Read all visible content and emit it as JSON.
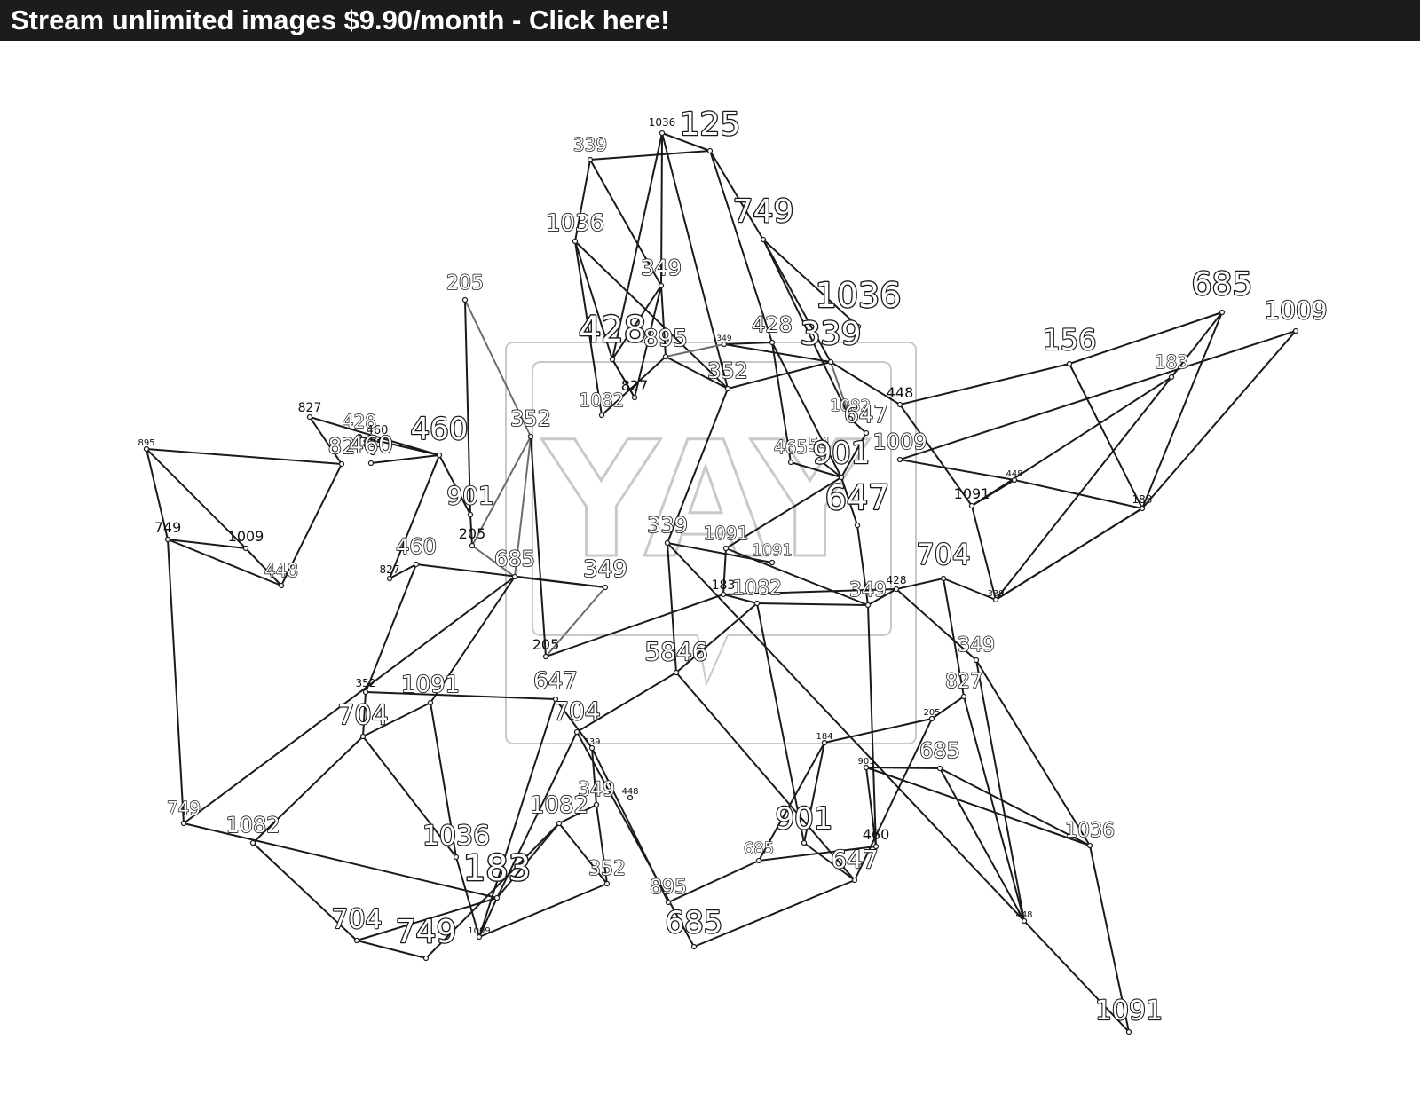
{
  "banner": {
    "text": "Stream unlimited images $9.90/month - Click here!"
  },
  "watermark": {
    "brand": "YAY"
  },
  "graph": {
    "nodes": [
      {
        "label": "1036"
      },
      {
        "label": "125"
      },
      {
        "label": "339"
      },
      {
        "label": "749"
      },
      {
        "label": "1036"
      },
      {
        "label": "349"
      },
      {
        "label": "1036"
      },
      {
        "label": "685"
      },
      {
        "label": "1009"
      },
      {
        "label": "428"
      },
      {
        "label": "895"
      },
      {
        "label": "349"
      },
      {
        "label": "428"
      },
      {
        "label": "339"
      },
      {
        "label": "156"
      },
      {
        "label": "183"
      },
      {
        "label": "205"
      },
      {
        "label": "352"
      },
      {
        "label": "1082"
      },
      {
        "label": "827"
      },
      {
        "label": "448"
      },
      {
        "label": "1082"
      },
      {
        "label": "647"
      },
      {
        "label": "895"
      },
      {
        "label": "827"
      },
      {
        "label": "428"
      },
      {
        "label": "460"
      },
      {
        "label": "895"
      },
      {
        "label": "352"
      },
      {
        "label": "82"
      },
      {
        "label": "460"
      },
      {
        "label": "460"
      },
      {
        "label": "901"
      },
      {
        "label": "465"
      },
      {
        "label": "54"
      },
      {
        "label": "901"
      },
      {
        "label": "1009"
      },
      {
        "label": "448"
      },
      {
        "label": "1091"
      },
      {
        "label": "183"
      },
      {
        "label": "647"
      },
      {
        "label": "749"
      },
      {
        "label": "1009"
      },
      {
        "label": "205"
      },
      {
        "label": "339"
      },
      {
        "label": "1091"
      },
      {
        "label": "1091"
      },
      {
        "label": "448"
      },
      {
        "label": "827"
      },
      {
        "label": "460"
      },
      {
        "label": "685"
      },
      {
        "label": "349"
      },
      {
        "label": "183"
      },
      {
        "label": "1082"
      },
      {
        "label": "349"
      },
      {
        "label": "428"
      },
      {
        "label": "704"
      },
      {
        "label": "339"
      },
      {
        "label": "205"
      },
      {
        "label": "5846"
      },
      {
        "label": "349"
      },
      {
        "label": "352"
      },
      {
        "label": "1091"
      },
      {
        "label": "647"
      },
      {
        "label": "827"
      },
      {
        "label": "704"
      },
      {
        "label": "339"
      },
      {
        "label": "704"
      },
      {
        "label": "205"
      },
      {
        "label": "184"
      },
      {
        "label": "901"
      },
      {
        "label": "685"
      },
      {
        "label": "749"
      },
      {
        "label": "1082"
      },
      {
        "label": "349"
      },
      {
        "label": "448"
      },
      {
        "label": "1082"
      },
      {
        "label": "1036"
      },
      {
        "label": "901"
      },
      {
        "label": "1036"
      },
      {
        "label": "183"
      },
      {
        "label": "685"
      },
      {
        "label": "460"
      },
      {
        "label": "352"
      },
      {
        "label": "647"
      },
      {
        "label": "895"
      },
      {
        "label": "704"
      },
      {
        "label": "749"
      },
      {
        "label": "1009"
      },
      {
        "label": "685"
      },
      {
        "label": "448"
      },
      {
        "label": "1091"
      }
    ]
  }
}
